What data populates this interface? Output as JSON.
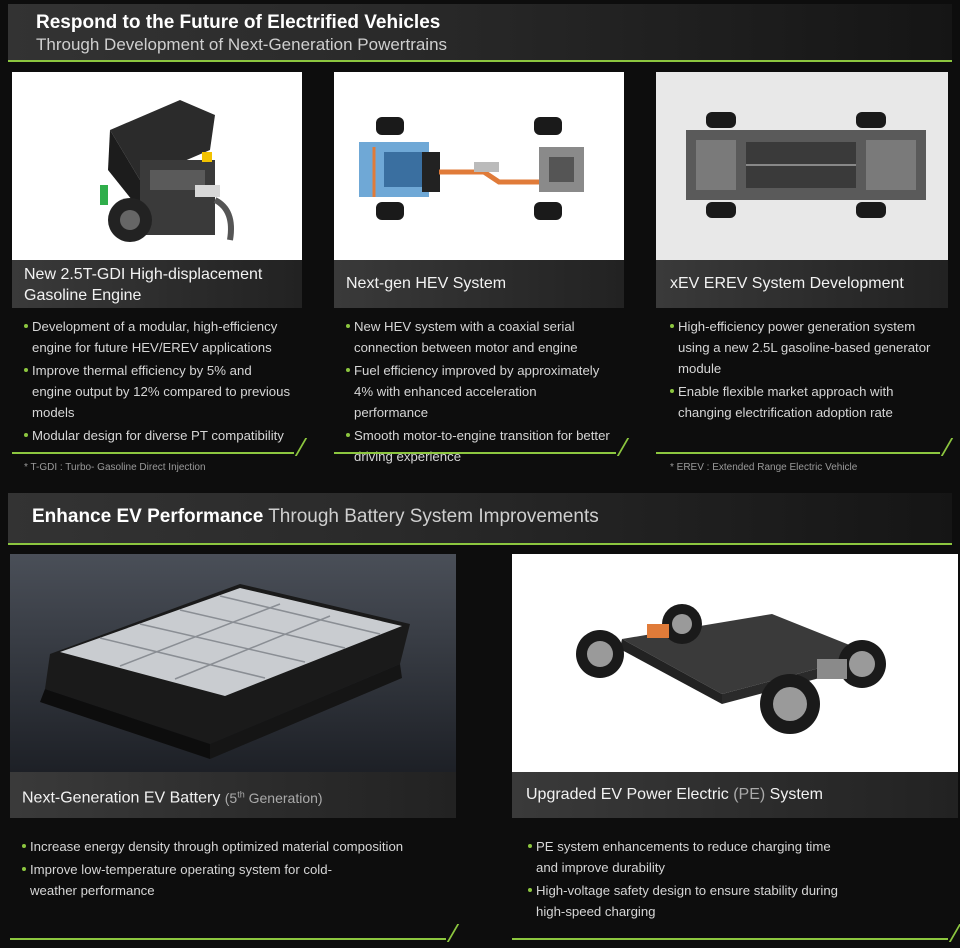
{
  "top_header": {
    "title": "Respond to the Future of Electrified Vehicles",
    "subtitle": "Through Development of Next-Generation Powertrains"
  },
  "cards_top": [
    {
      "title_line1": "New 2.5T-GDI High-displacement",
      "title_line2": "Gasoline Engine",
      "bullets": [
        "Development of a modular, high-efficiency engine for future HEV/EREV applications",
        "Improve thermal efficiency by 5% and engine output by 12% compared to previous models",
        "Modular design for diverse PT compatibility"
      ],
      "note": "* T-GDI : Turbo- Gasoline Direct Injection"
    },
    {
      "title_line1": "Next-gen HEV System",
      "bullets": [
        "New HEV system with a coaxial serial connection between motor and engine",
        "Fuel efficiency improved by approximately 4% with enhanced acceleration performance",
        "Smooth motor-to-engine transition for better driving experience"
      ]
    },
    {
      "title_line1": "xEV EREV System Development",
      "bullets": [
        "High-efficiency power generation system using a new 2.5L gasoline-based generator module",
        "Enable flexible market approach with changing electrification adoption rate"
      ],
      "note": "* EREV : Extended Range Electric Vehicle"
    }
  ],
  "bottom_header": {
    "bold": "Enhance EV Performance",
    "rest": "Through Battery System Improvements"
  },
  "cards_bottom": [
    {
      "title_main": "Next-Generation EV Battery",
      "title_gen": "(5",
      "title_sup": "th",
      "title_gen_end": " Generation)",
      "bullets": [
        "Increase energy density through optimized material composition",
        "Improve low-temperature operating system for cold-weather performance"
      ]
    },
    {
      "title_a": "Upgraded EV Power Electric ",
      "title_b": "(PE)",
      "title_c": " System",
      "bullets": [
        "PE system enhancements to reduce charging time and improve durability",
        "High-voltage safety design to ensure  stability during high-speed charging"
      ]
    }
  ],
  "colors": {
    "accent": "#8cc63f",
    "background": "#0d0d0d"
  },
  "icons": [
    "engine-image",
    "hev-chassis-image",
    "erev-chassis-image",
    "battery-pack-image",
    "ev-platform-image"
  ]
}
